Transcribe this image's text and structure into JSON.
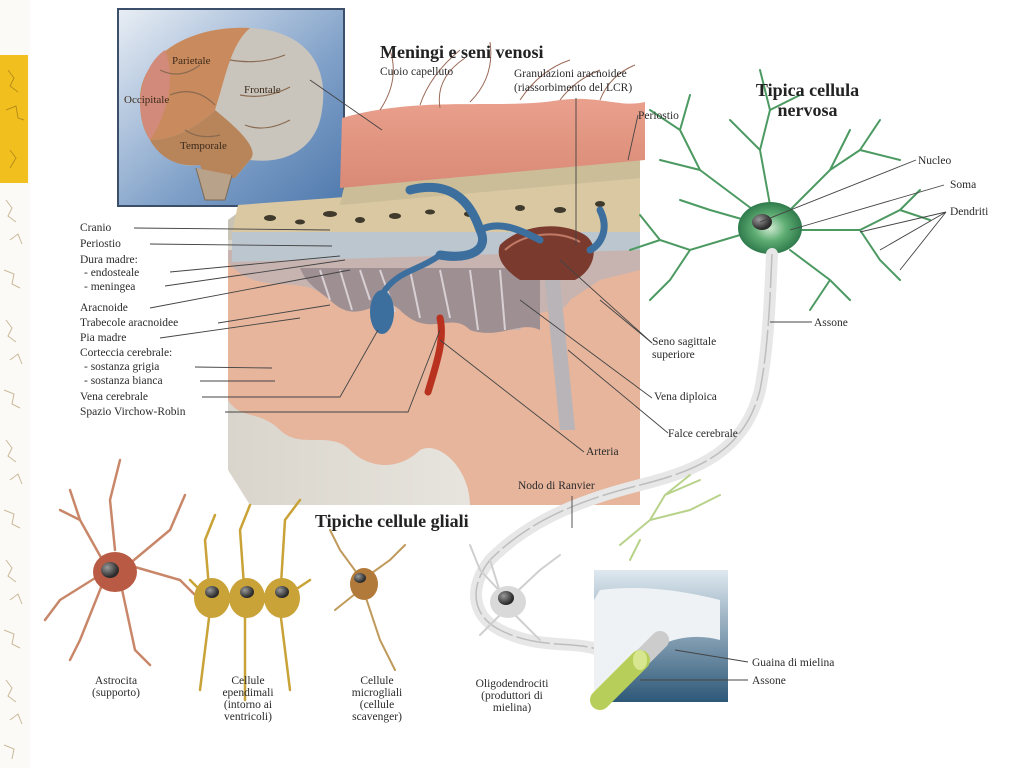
{
  "titles": {
    "meninges": "Meningi e seni venosi",
    "neuron": "Tipica cellula nervosa",
    "glia": "Tipiche cellule gliali"
  },
  "brain_inset": {
    "parietal": "Parietale",
    "occipital": "Occipitale",
    "frontal": "Frontale",
    "temporal": "Temporale"
  },
  "top_labels": {
    "scalp": "Cuoio capelluto",
    "granulations": "Granulazioni aracnoidee",
    "granulations_note": "(riassorbimento del LCR)",
    "periosteum": "Periostio"
  },
  "left_labels": [
    "Cranio",
    "Periostio",
    "Dura madre:",
    "- endosteale",
    "- meningea",
    "Aracnoide",
    "Trabecole aracnoidee",
    "Pia madre",
    "Corteccia cerebrale:",
    "- sostanza grigia",
    "- sostanza bianca",
    "Vena cerebrale",
    "Spazio Virchow-Robin"
  ],
  "center_labels": {
    "sagittal_sinus": "Seno sagittale superiore",
    "diploic_vein": "Vena diploica",
    "falx": "Falce cerebrale",
    "artery": "Arteria",
    "ranvier": "Nodo di Ranvier"
  },
  "neuron_labels": {
    "nucleus": "Nucleo",
    "soma": "Soma",
    "dendrites": "Dendriti",
    "axon": "Assone"
  },
  "myelin_labels": {
    "sheath": "Guaina di mielina",
    "axon": "Assone"
  },
  "glia_cells": [
    {
      "name": "Astrocita",
      "note": "(supporto)"
    },
    {
      "name": "Cellule ependimali",
      "note": "(intorno ai ventricoli)"
    },
    {
      "name": "Cellule microgliali",
      "note": "(cellule scavenger)"
    },
    {
      "name": "Oligodendrociti",
      "note": "(produttori di mielina)"
    }
  ],
  "colors": {
    "accent_tab": "#f2c01e",
    "neuron_green": "#4c9a62",
    "vein_blue": "#3d6f9e",
    "tissue_pink": "#e7a88e",
    "bone_tan": "#d8c29a"
  }
}
